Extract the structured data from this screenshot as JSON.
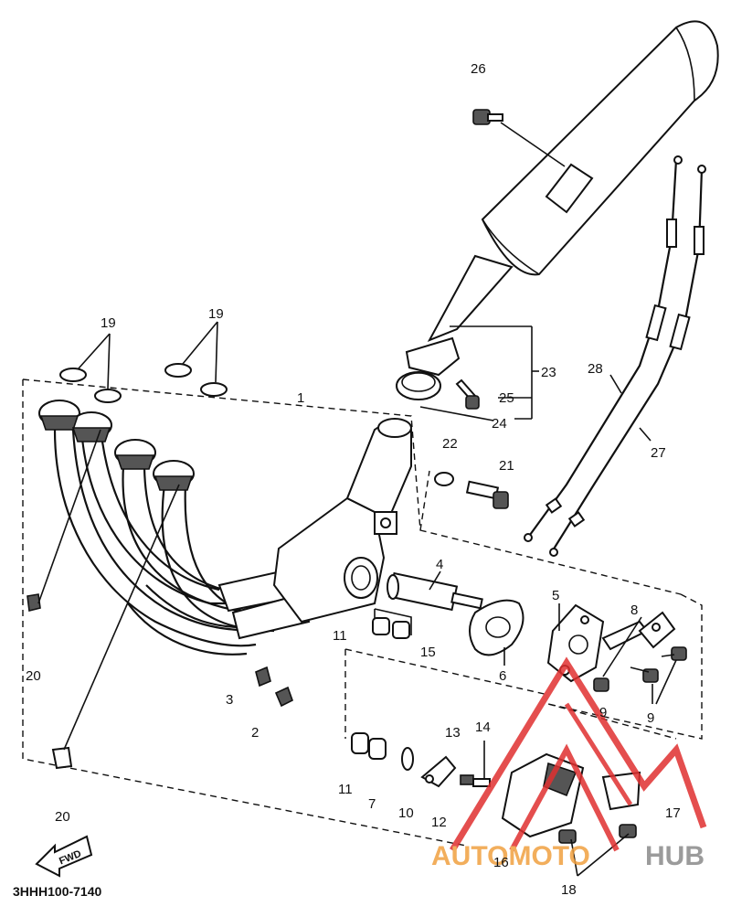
{
  "callouts": [
    {
      "id": "1",
      "label": "1"
    },
    {
      "id": "2",
      "label": "2"
    },
    {
      "id": "3",
      "label": "3"
    },
    {
      "id": "4",
      "label": "4"
    },
    {
      "id": "5",
      "label": "5"
    },
    {
      "id": "6",
      "label": "6"
    },
    {
      "id": "7",
      "label": "7"
    },
    {
      "id": "8",
      "label": "8"
    },
    {
      "id": "9a",
      "label": "9"
    },
    {
      "id": "9b",
      "label": "9"
    },
    {
      "id": "10",
      "label": "10"
    },
    {
      "id": "11a",
      "label": "11"
    },
    {
      "id": "11b",
      "label": "11"
    },
    {
      "id": "12",
      "label": "12"
    },
    {
      "id": "13",
      "label": "13"
    },
    {
      "id": "14",
      "label": "14"
    },
    {
      "id": "15",
      "label": "15"
    },
    {
      "id": "16",
      "label": "16"
    },
    {
      "id": "17",
      "label": "17"
    },
    {
      "id": "18",
      "label": "18"
    },
    {
      "id": "19a",
      "label": "19"
    },
    {
      "id": "19b",
      "label": "19"
    },
    {
      "id": "20a",
      "label": "20"
    },
    {
      "id": "20b",
      "label": "20"
    },
    {
      "id": "21",
      "label": "21"
    },
    {
      "id": "22",
      "label": "22"
    },
    {
      "id": "23",
      "label": "23"
    },
    {
      "id": "24",
      "label": "24"
    },
    {
      "id": "25",
      "label": "25"
    },
    {
      "id": "26",
      "label": "26"
    },
    {
      "id": "27",
      "label": "27"
    },
    {
      "id": "28",
      "label": "28"
    }
  ],
  "diagram_code": "3HHH100-7140",
  "fwd_label": "FWD",
  "watermark": {
    "part1": "AUTOMOTO",
    "part2": "HUB",
    "color_main": "#f0a040",
    "color_hub": "#8a8a8a",
    "color_logo": "#e03030"
  }
}
